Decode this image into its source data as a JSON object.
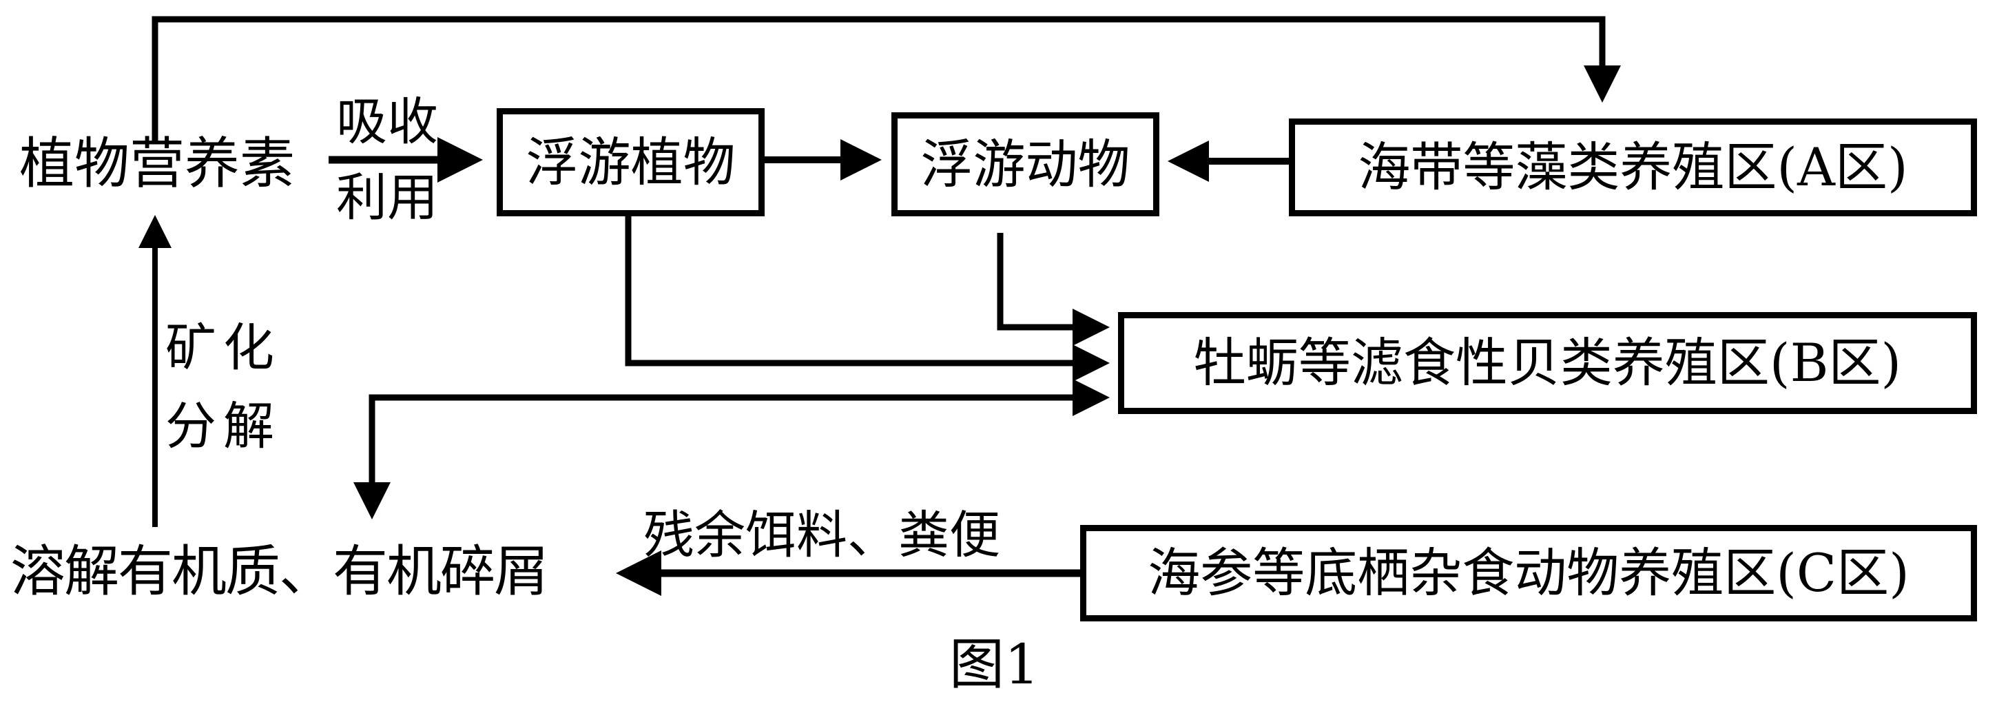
{
  "diagram": {
    "caption": "图1",
    "nodes": {
      "nutrients": "植物营养素",
      "phytoplankton": "浮游植物",
      "zooplankton": "浮游动物",
      "zone_a": "海带等藻类养殖区(A区)",
      "zone_b": "牡蛎等滤食性贝类养殖区(B区)",
      "zone_c": "海参等底栖杂食动物养殖区(C区)",
      "organic_matter": "溶解有机质、有机碎屑"
    },
    "edge_labels": {
      "absorb_top": "吸收",
      "absorb_bottom": "利用",
      "mineral_top": "矿化",
      "mineral_bottom": "分解",
      "residue": "残余饵料、粪便"
    },
    "edges": [
      {
        "from": "nutrients",
        "to": "phytoplankton",
        "label": "吸收利用"
      },
      {
        "from": "nutrients",
        "to": "zone_a"
      },
      {
        "from": "phytoplankton",
        "to": "zooplankton"
      },
      {
        "from": "zone_a",
        "to": "zooplankton"
      },
      {
        "from": "zooplankton",
        "to": "zone_b"
      },
      {
        "from": "phytoplankton",
        "to": "zone_b"
      },
      {
        "from": "zone_b",
        "to": "organic_matter"
      },
      {
        "from": "organic_matter",
        "to": "nutrients",
        "label": "矿化分解"
      },
      {
        "from": "zone_c",
        "to": "organic_matter",
        "label": "残余饵料、粪便"
      }
    ]
  }
}
